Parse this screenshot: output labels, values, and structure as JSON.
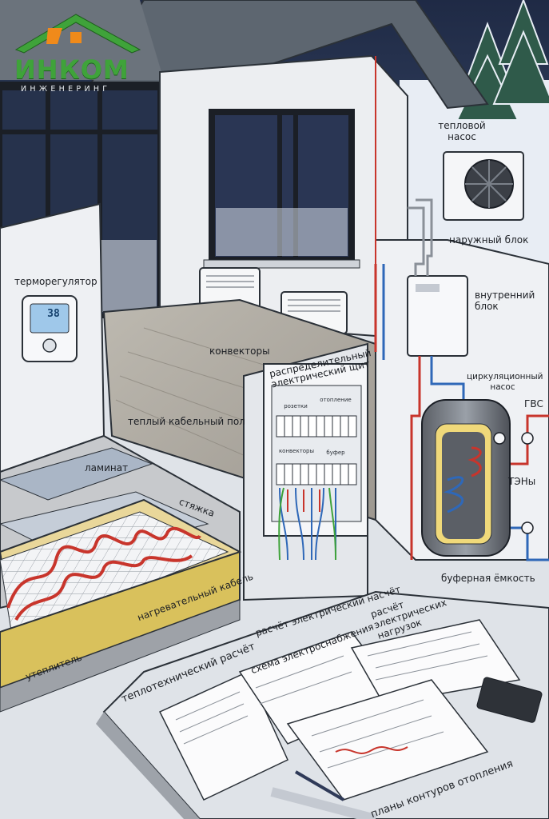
{
  "logo": {
    "name": "ИНКОМ",
    "subtitle": "ИНЖЕНЕРИНГ",
    "icon": "house-roof-logo-icon"
  },
  "thermostat": {
    "value": "38"
  },
  "panel": {
    "label_sockets": "розетки",
    "label_heating": "отопление",
    "label_convectors": "конвекторы",
    "label_buffer": "буфер"
  },
  "labels": {
    "heat_pump": "тепловой насос",
    "outdoor_unit": "наружный блок",
    "indoor_unit": "внутренний блок",
    "thermoregulator": "терморегулятор",
    "convectors": "конвекторы",
    "distribution_panel": "распределительный электрический щит",
    "circulation_pump": "циркуляционный насос",
    "dhw": "ГВС",
    "heaters": "ТЭНы",
    "buffer_tank": "буферная ёмкость",
    "cable_floor": "теплый кабельный пол",
    "laminate": "ламинат",
    "screed": "стяжка",
    "heating_cable": "нагревательный кабель",
    "insulation": "утеплитель"
  },
  "documents": {
    "thermal_calc": "теплотехнический расчёт",
    "electrical_calc": "расчёт электрический насчёт",
    "power_scheme": "схема электроснабжения",
    "load_calc": "расчёт электрических нагрузок",
    "heating_plans": "планы контуров отопления"
  },
  "colors": {
    "brand": "#3fa33a",
    "hot_pipe": "#c8352c",
    "cold_pipe": "#2f68b8",
    "wall": "#eef0f3"
  }
}
